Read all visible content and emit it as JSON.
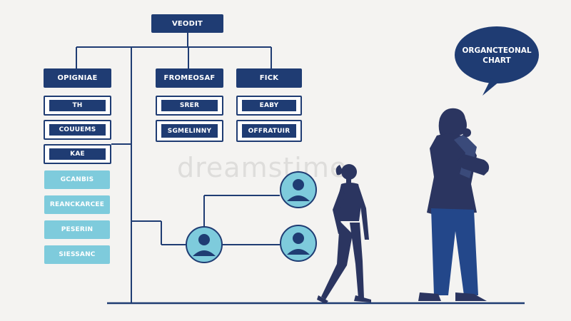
{
  "colors": {
    "background": "#f4f3f1",
    "navy": "#1f3c73",
    "light_blue": "#7ecbdc",
    "silhouette": "#2b3560",
    "suit_blue": "#23478a"
  },
  "root": {
    "label": "VEODIT"
  },
  "headers": [
    "OPIGNIAE",
    "FROMEOSAF",
    "FICK"
  ],
  "left_items": [
    "TH",
    "COUUEMS",
    "KAE"
  ],
  "mid_items": [
    "SRER",
    "SGMELINNY"
  ],
  "right_items": [
    "EABY",
    "OFFRATUIR"
  ],
  "light_items": [
    "GCANBIS",
    "REANCKARCEE",
    "PESERIN",
    "SIESSANC"
  ],
  "speech_bubble": {
    "line1": "ORGANCTEONAL",
    "line2": "CHART"
  },
  "watermark": "dreamstime"
}
